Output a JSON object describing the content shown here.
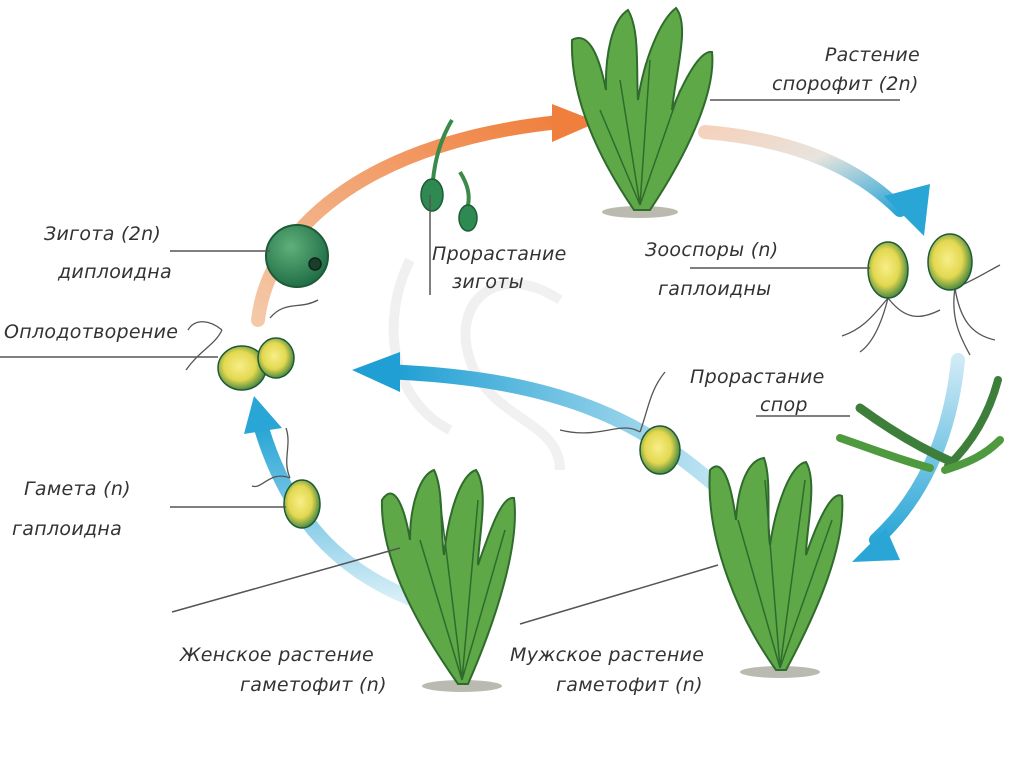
{
  "labels": {
    "sporophyte": [
      "Растение",
      "спорофит (2n)"
    ],
    "zygote": [
      "Зигота (2n)",
      "диплоидна"
    ],
    "fertilization": "Оплодотворение",
    "zygote_germination": [
      "Прорастание",
      "зиготы"
    ],
    "zoospores": [
      "Зооспоры (n)",
      "гаплоидны"
    ],
    "spore_germination": [
      "Прорастание",
      "спор"
    ],
    "gamete": [
      "Гамета (n)",
      "гаплоидна"
    ],
    "female": [
      "Женское растение",
      "гаметофит (n)"
    ],
    "male": [
      "Мужское растение",
      "гаметофит (n)"
    ]
  },
  "colors": {
    "orange_arrow": "#f08a4b",
    "blue_arrow": "#2aa6d6",
    "plant_dark": "#2f6b2c",
    "plant_mid": "#4f9a3f",
    "plant_light": "#86c05a",
    "cell_yellow": "#f2e46a",
    "leader_line": "#555555"
  }
}
